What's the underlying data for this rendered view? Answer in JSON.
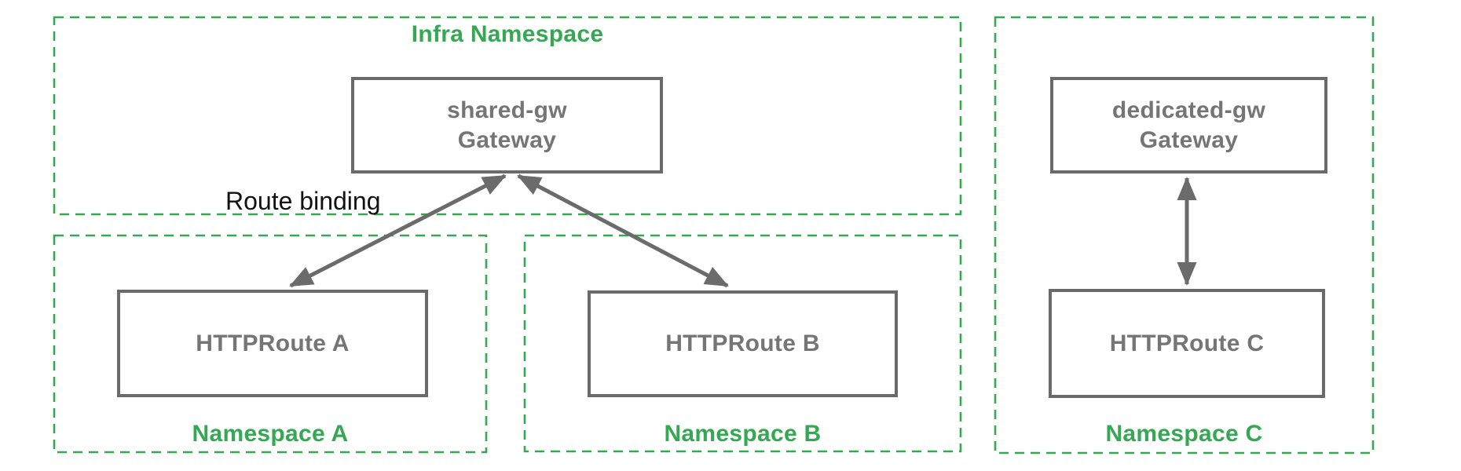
{
  "namespaces": {
    "infra": {
      "label": "Infra Namespace"
    },
    "a": {
      "label": "Namespace A"
    },
    "b": {
      "label": "Namespace B"
    },
    "c": {
      "label": "Namespace C"
    }
  },
  "nodes": {
    "shared_gw": {
      "line1": "shared-gw",
      "line2": "Gateway"
    },
    "dedicated_gw": {
      "line1": "dedicated-gw",
      "line2": "Gateway"
    },
    "route_a": {
      "label": "HTTPRoute A"
    },
    "route_b": {
      "label": "HTTPRoute B"
    },
    "route_c": {
      "label": "HTTPRoute C"
    }
  },
  "annotations": {
    "route_binding": "Route binding"
  },
  "colors": {
    "namespace_green": "#34a853",
    "node_gray": "#6a6a6a",
    "node_text_gray": "#757575",
    "arrow_gray": "#6b6b6b",
    "annotation_black": "#111111"
  }
}
